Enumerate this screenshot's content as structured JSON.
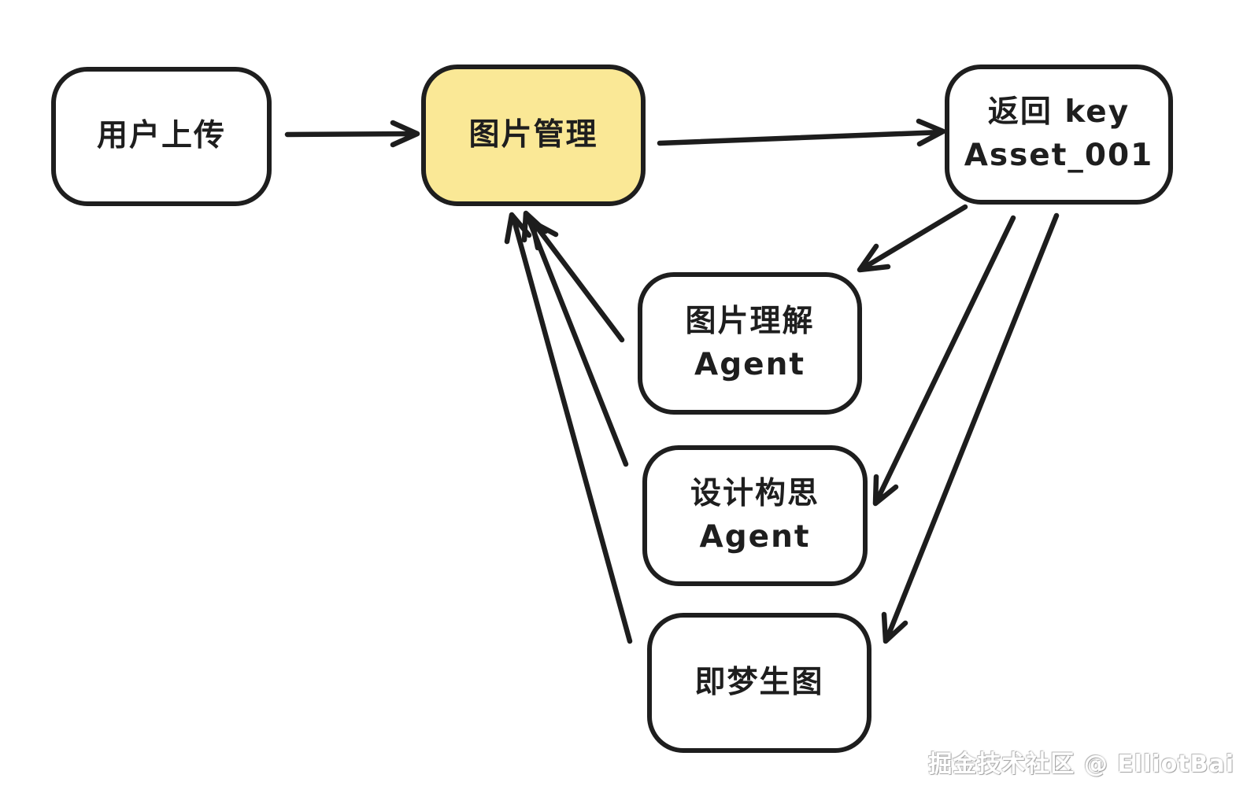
{
  "diagram": {
    "colors": {
      "stroke": "#1d1d1d",
      "node_border": "#1e1e1e",
      "node_fill": "#ffffff",
      "highlight_fill": "#fae896",
      "background": "#ffffff"
    },
    "nodes": [
      {
        "id": "user-upload",
        "label": "用户上传"
      },
      {
        "id": "image-management",
        "label": "图片管理",
        "highlighted": true
      },
      {
        "id": "return-key",
        "label": "返回 key",
        "line2": "Asset_001"
      },
      {
        "id": "image-understanding",
        "label": "图片理解",
        "line2": "Agent"
      },
      {
        "id": "design-concept",
        "label": "设计构思",
        "line2": "Agent"
      },
      {
        "id": "jimeng-image-gen",
        "label": "即梦生图"
      }
    ],
    "edges": [
      {
        "from": "user-upload",
        "to": "image-management"
      },
      {
        "from": "image-management",
        "to": "return-key"
      },
      {
        "from": "return-key",
        "to": "image-understanding"
      },
      {
        "from": "return-key",
        "to": "design-concept"
      },
      {
        "from": "return-key",
        "to": "jimeng-image-gen"
      },
      {
        "from": "image-understanding",
        "to": "image-management"
      },
      {
        "from": "design-concept",
        "to": "image-management"
      },
      {
        "from": "jimeng-image-gen",
        "to": "image-management"
      }
    ]
  },
  "watermark": {
    "text": "掘金技术社区 @ ElliotBai"
  }
}
